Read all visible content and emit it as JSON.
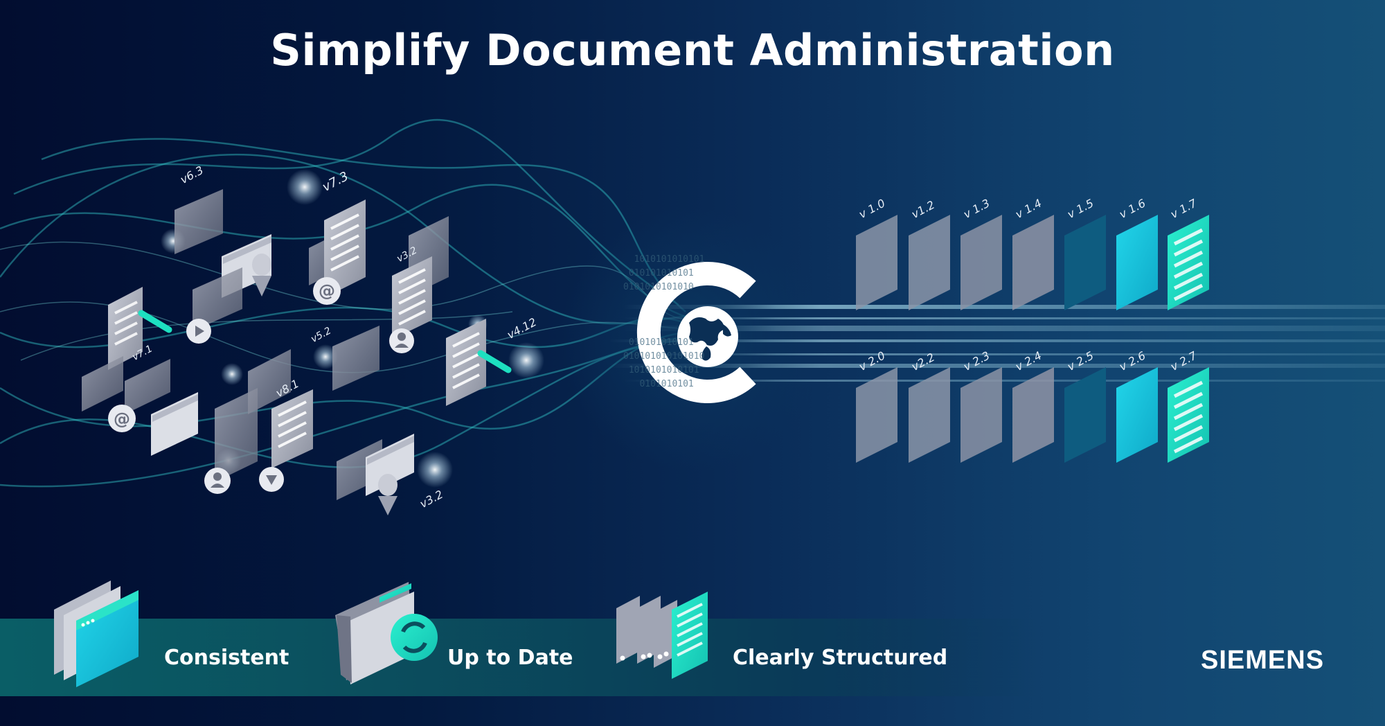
{
  "header": {
    "title": "Simplify Document Administration"
  },
  "cloud_versions": [
    "v6.3",
    "v7.3",
    "v3.2",
    "v5.2",
    "v7.1",
    "v8.1",
    "v4.12",
    "v3.2"
  ],
  "row1_versions": [
    "v 1.0",
    "v1.2",
    "v 1.3",
    "v 1.4",
    "v 1.5",
    "v 1.6",
    "v 1.7"
  ],
  "row2_versions": [
    "v 2.0",
    "v2.2",
    "v 2.3",
    "v 2.4",
    "v 2.5",
    "v 2.6",
    "v 2.7"
  ],
  "features": [
    {
      "label": "Consistent",
      "icon": "stacked-windows-icon"
    },
    {
      "label": "Up to Date",
      "icon": "folder-sync-icon"
    },
    {
      "label": "Clearly Structured",
      "icon": "structured-documents-icon"
    }
  ],
  "logo": {
    "text": "SIEMENS"
  },
  "colors": {
    "accent": "#1de0c0",
    "cyan": "#19c8e0",
    "background": "#03193f"
  },
  "center_icon": "globe-c-icon"
}
